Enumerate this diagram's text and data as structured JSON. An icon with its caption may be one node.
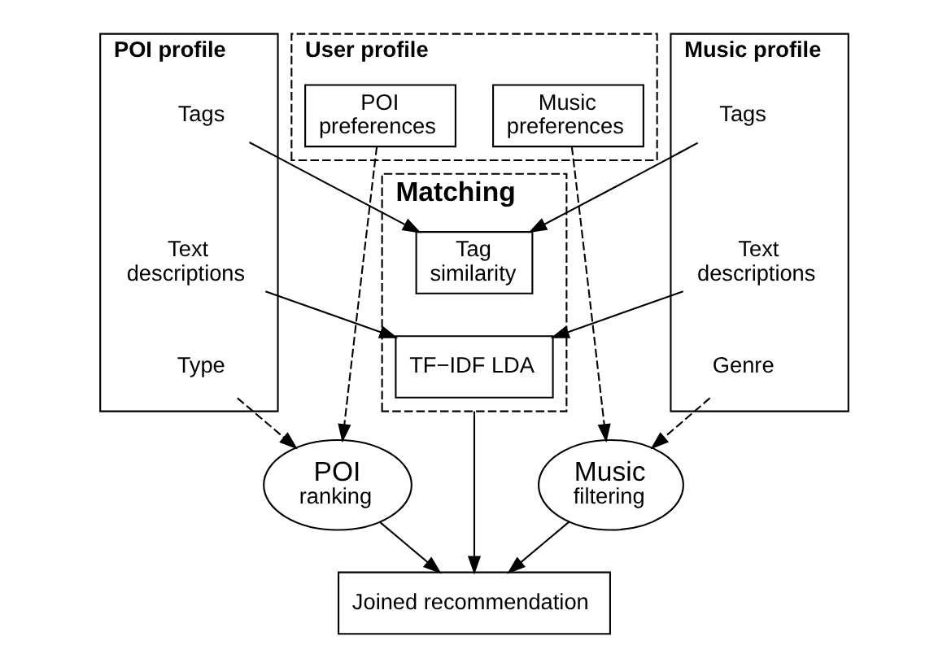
{
  "diagram": {
    "nodes": [
      {
        "text": [
          "User profile"
        ]
      },
      {
        "text": [
          "POI preferences"
        ],
        "in": 0
      },
      {
        "text": [
          "Music preferences"
        ],
        "in": 0
      },
      {
        "text": [
          "POI profile"
        ]
      },
      {
        "text": [
          "Tags"
        ],
        "in": 3
      },
      {
        "text": [
          "Text descriptions"
        ],
        "in": 3
      },
      {
        "text": [
          "Type"
        ],
        "in": 3
      },
      {
        "text": [
          "Music profile"
        ]
      },
      {
        "text": [
          "Tags"
        ],
        "in": 7
      },
      {
        "text": [
          "Text descriptions"
        ],
        "in": 7
      },
      {
        "text": [
          "Genre"
        ],
        "in": 7
      },
      {
        "text": [
          "Matching"
        ]
      },
      {
        "text": [
          "Tag similarity"
        ],
        "in": 11
      },
      {
        "text": [
          "TF−IDF LDA"
        ],
        "in": 11
      },
      {
        "text": [
          "POI",
          "ranking"
        ]
      },
      {
        "text": [
          "Music",
          "filtering"
        ]
      },
      {
        "text": [
          "Joined recommendation"
        ]
      }
    ],
    "edges": [
      {
        "from": 4,
        "to": 12,
        "arrow": "to"
      },
      {
        "from": 8,
        "to": 12,
        "arrow": "to"
      },
      {
        "from": 5,
        "to": 13,
        "arrow": "to"
      },
      {
        "from": 9,
        "to": 13,
        "arrow": "to"
      },
      {
        "from": 6,
        "to": 14,
        "arrow": "to",
        "style": "dashed"
      },
      {
        "from": 1,
        "to": 14,
        "arrow": "to",
        "style": "dashed"
      },
      {
        "from": 2,
        "to": 15,
        "arrow": "to",
        "style": "dashed"
      },
      {
        "from": 10,
        "to": 15,
        "arrow": "to",
        "style": "dashed"
      },
      {
        "from": 11,
        "to": 16,
        "arrow": "to"
      },
      {
        "from": 14,
        "to": 16,
        "arrow": "to"
      },
      {
        "from": 15,
        "to": 16,
        "arrow": "to"
      }
    ]
  }
}
